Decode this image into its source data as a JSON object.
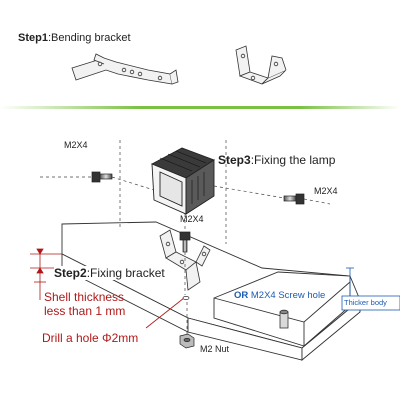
{
  "step1": {
    "num": "Step1",
    "sep": ":",
    "text": "Bending bracket"
  },
  "step2": {
    "num": "Step2",
    "sep": ":",
    "text": "Fixing bracket"
  },
  "step3": {
    "num": "Step3",
    "sep": ":",
    "text": "Fixing the lamp"
  },
  "screw_labels": {
    "left": "M2X4",
    "right": "M2X4",
    "center": "M2X4"
  },
  "nut_label": "M2 Nut",
  "shell_note": {
    "line1": "Shell thickness",
    "line2": "less than 1 mm"
  },
  "drill_note": "Drill a hole Φ2mm",
  "alt_option": {
    "or": "OR",
    "text": "M2X4 Screw hole"
  },
  "thicker_body": "Thicker body",
  "colors": {
    "accent_green": "#7ac143",
    "note_red": "#b01818",
    "note_blue": "#1e5bb3",
    "line": "#333333"
  }
}
